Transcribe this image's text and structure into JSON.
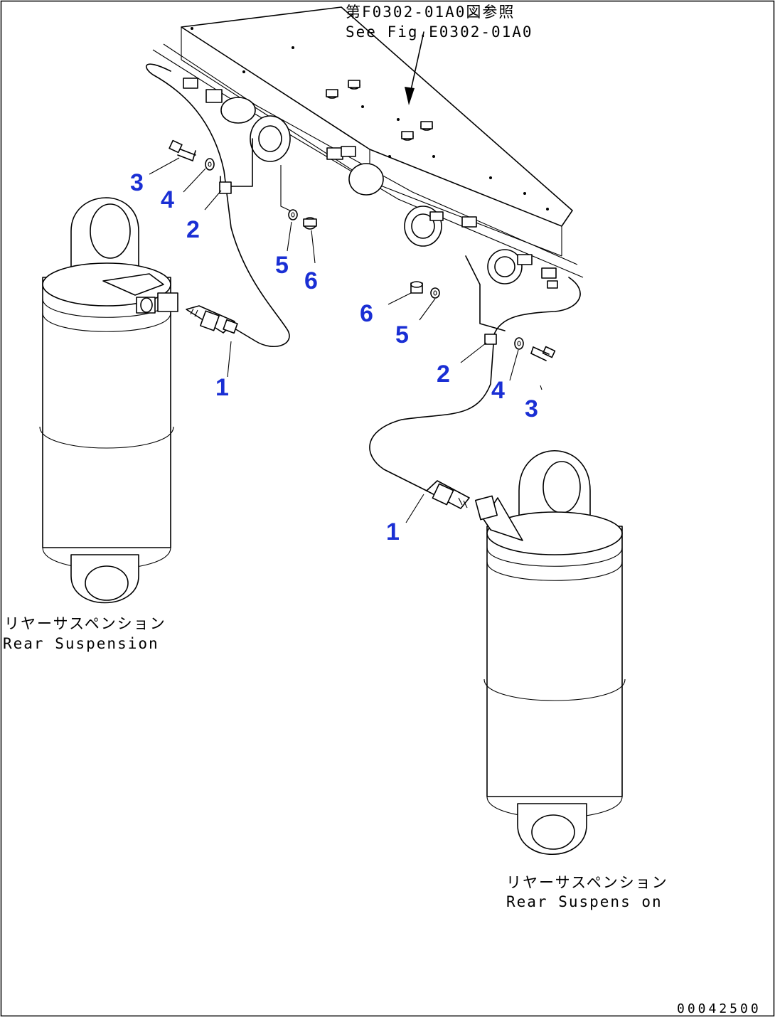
{
  "reference": {
    "jp": "第F0302-01A0図参照",
    "en": "See Fig.E0302-01A0"
  },
  "labels": {
    "left_jp": "リヤーサスペンション",
    "left_en": "Rear Suspension",
    "right_jp": "リヤーサスペンション",
    "right_en": "Rear Suspens on"
  },
  "callouts": {
    "left": [
      "3",
      "4",
      "2",
      "5",
      "6",
      "1"
    ],
    "right": [
      "6",
      "5",
      "2",
      "4",
      "3",
      "1"
    ]
  },
  "drawing_code": "00042500"
}
